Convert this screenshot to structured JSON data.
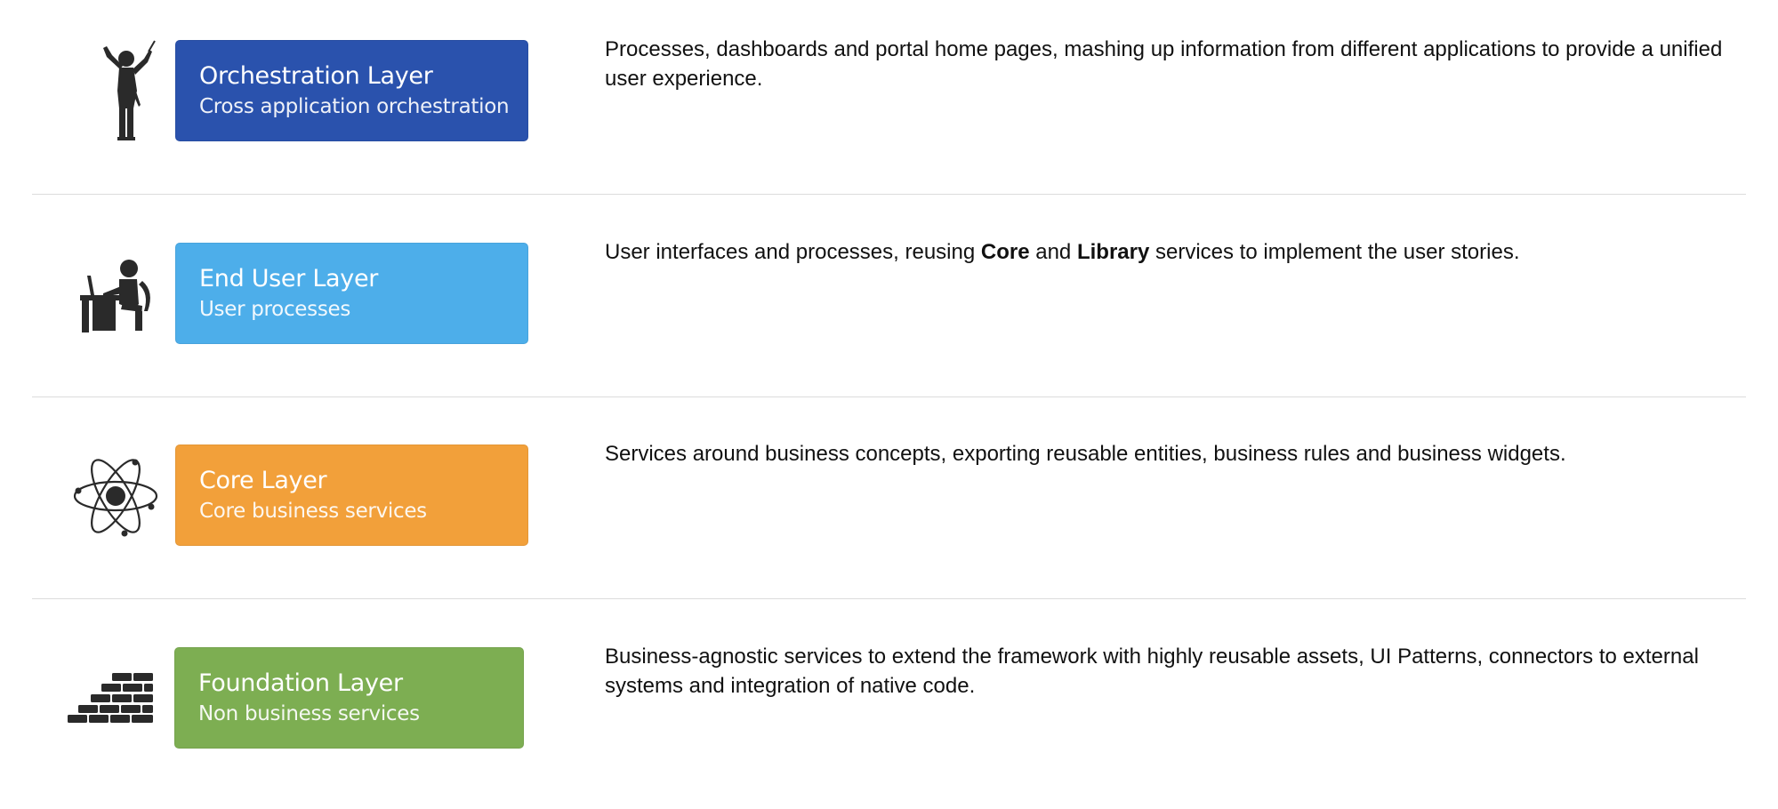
{
  "layers": [
    {
      "icon": "conductor-icon",
      "title": "Orchestration Layer",
      "subtitle": "Cross application orchestration",
      "color": "#2a52ad",
      "description": "Processes, dashboards and portal home pages, mashing up information from different applications to provide a unified user experience."
    },
    {
      "icon": "desk-user-icon",
      "title": "End User Layer",
      "subtitle": "User processes",
      "color": "#4daeea",
      "description_parts": {
        "before": "User interfaces and processes, reusing ",
        "bold1": "Core",
        "middle": " and ",
        "bold2": "Library",
        "after": " services to implement the user stories."
      }
    },
    {
      "icon": "atom-icon",
      "title": "Core Layer",
      "subtitle": "Core business services",
      "color": "#f2a03a",
      "description": "Services around business concepts, exporting reusable entities, business rules and business widgets."
    },
    {
      "icon": "brick-wall-icon",
      "title": "Foundation Layer",
      "subtitle": "Non business services",
      "color": "#7dae52",
      "description": "Business-agnostic services to extend the framework with highly reusable assets, UI Patterns, connectors to external systems and integration of native code."
    }
  ]
}
